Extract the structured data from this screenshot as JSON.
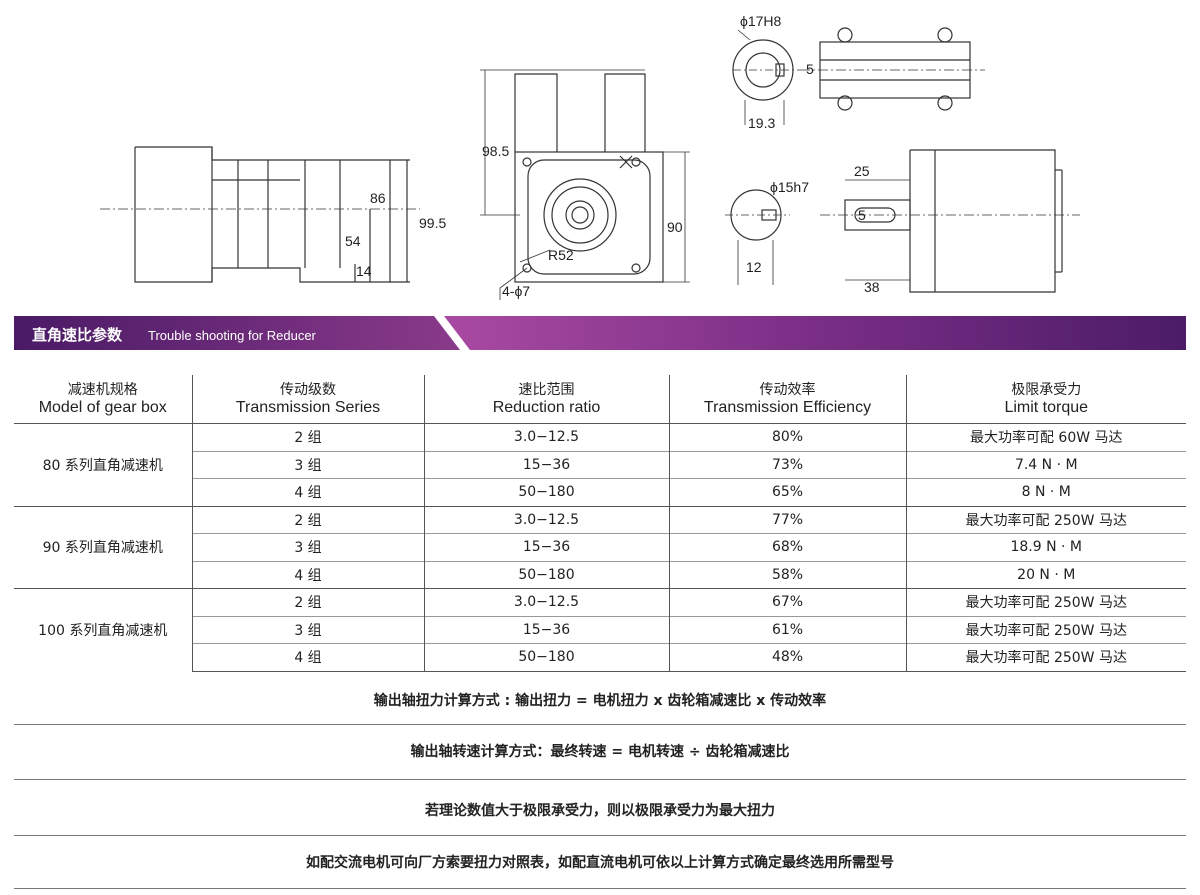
{
  "drawings": {
    "dims": {
      "d86": "86",
      "d99_5": "99.5",
      "d54": "54",
      "d14": "14",
      "d98_5": "98.5",
      "d90": "90",
      "r52": "R52",
      "holes": "4-ϕ7",
      "bore": "ϕ17H8",
      "key5a": "5",
      "d19_3": "19.3",
      "shaft": "ϕ15h7",
      "key5b": "5",
      "d12": "12",
      "d25": "25",
      "d38": "38"
    }
  },
  "banner": {
    "title": "直角速比参数",
    "subtitle": "Trouble shooting for Reducer",
    "color_start": "#5b1f7a",
    "color_end": "#b04fa0"
  },
  "table": {
    "headers": [
      {
        "cn": "减速机规格",
        "en": "Model of gear box"
      },
      {
        "cn": "传动级数",
        "en": "Transmission  Series"
      },
      {
        "cn": "速比范围",
        "en": "Reduction ratio"
      },
      {
        "cn": "传动效率",
        "en": "Transmission Efficiency"
      },
      {
        "cn": "极限承受力",
        "en": "Limit  torque"
      }
    ],
    "groups": [
      {
        "model": "80 系列直角减速机",
        "rows": [
          {
            "series": "2 组",
            "ratio": "3.0−12.5",
            "eff": "80%",
            "torque": "最大功率可配 60W 马达"
          },
          {
            "series": "3 组",
            "ratio": "15−36",
            "eff": "73%",
            "torque": "7.4 N · M"
          },
          {
            "series": "4 组",
            "ratio": "50−180",
            "eff": "65%",
            "torque": "8 N · M"
          }
        ]
      },
      {
        "model": "90 系列直角减速机",
        "rows": [
          {
            "series": "2 组",
            "ratio": "3.0−12.5",
            "eff": "77%",
            "torque": "最大功率可配 250W 马达"
          },
          {
            "series": "3 组",
            "ratio": "15−36",
            "eff": "68%",
            "torque": "18.9 N · M"
          },
          {
            "series": "4 组",
            "ratio": "50−180",
            "eff": "58%",
            "torque": "20 N · M"
          }
        ]
      },
      {
        "model": "100 系列直角减速机",
        "rows": [
          {
            "series": "2 组",
            "ratio": "3.0−12.5",
            "eff": "67%",
            "torque": "最大功率可配 250W 马达"
          },
          {
            "series": "3 组",
            "ratio": "15−36",
            "eff": "61%",
            "torque": "最大功率可配 250W 马达"
          },
          {
            "series": "4 组",
            "ratio": "50−180",
            "eff": "48%",
            "torque": "最大功率可配 250W 马达"
          }
        ]
      }
    ]
  },
  "notes": [
    "输出轴扭力计算方式 : 输出扭力 = 电机扭力 x 齿轮箱减速比 x 传动效率",
    "输出轴转速计算方式：最终转速 = 电机转速 ÷ 齿轮箱减速比",
    "若理论数值大于极限承受力，则以极限承受力为最大扭力",
    "如配交流电机可向厂方索要扭力对照表，如配直流电机可依以上计算方式确定最终选用所需型号"
  ]
}
